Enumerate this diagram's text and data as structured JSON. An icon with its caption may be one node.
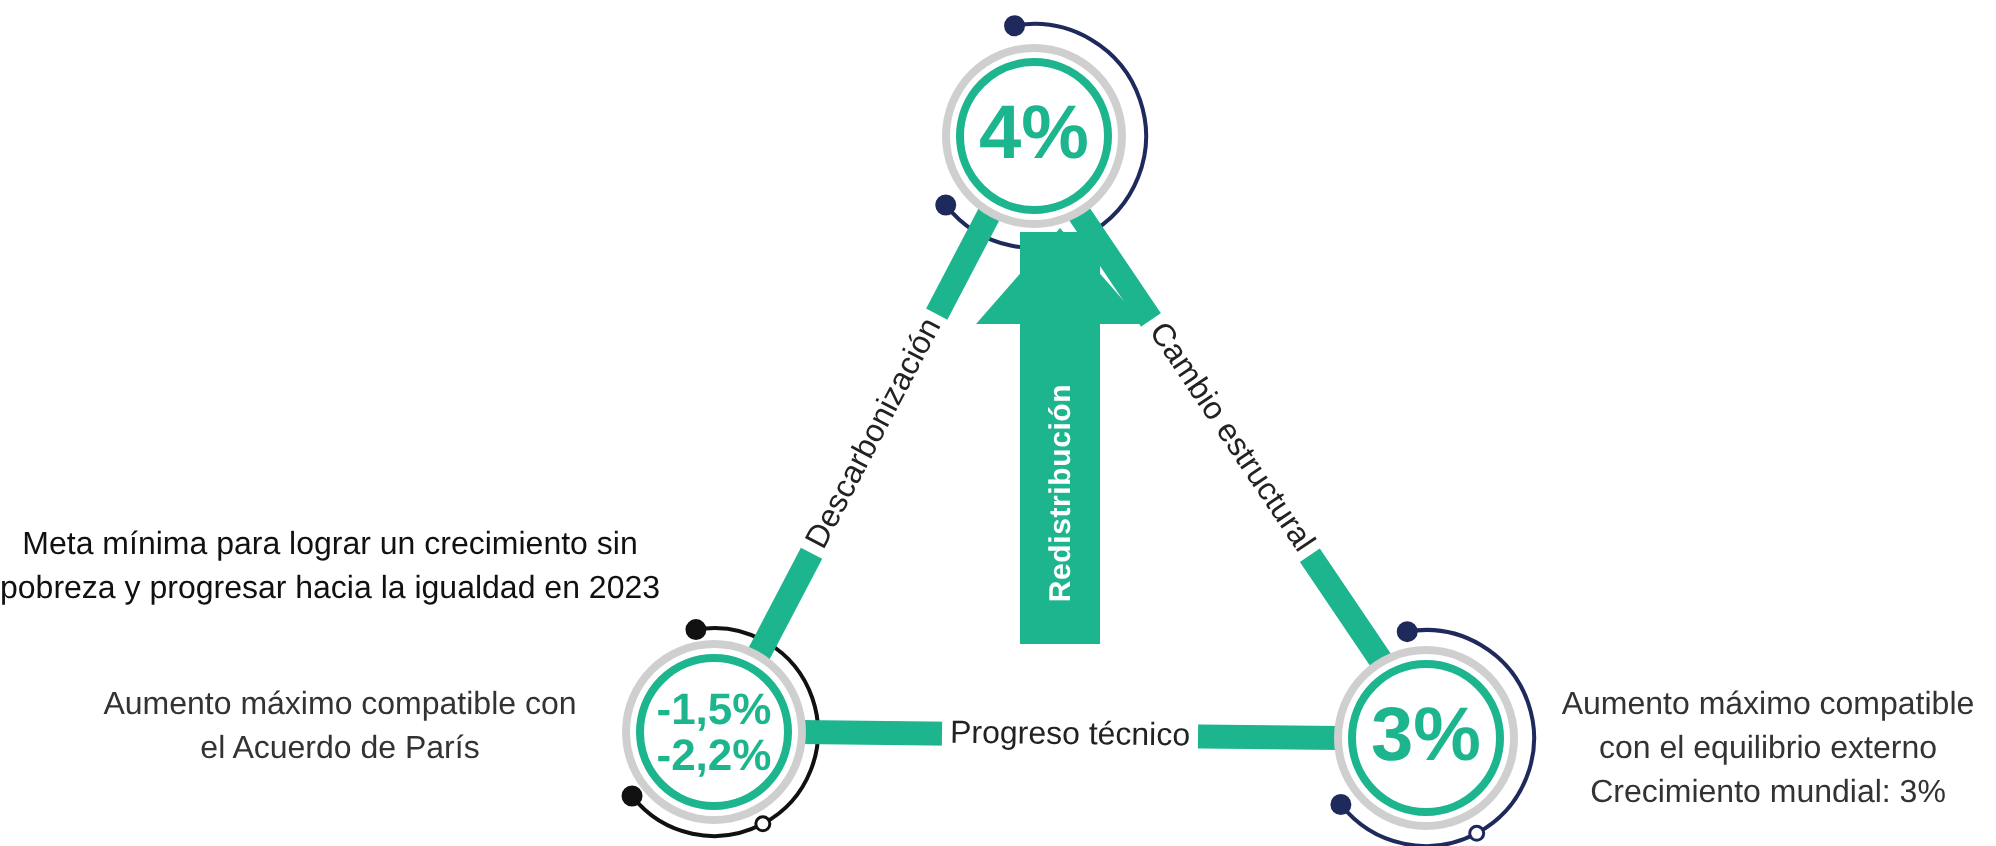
{
  "diagram": {
    "nodes": [
      {
        "text": [
          "4%"
        ]
      },
      {
        "text": [
          "-1,5%",
          "-2,2%"
        ],
        "beside": [
          "Meta mínima para lograr un crecimiento sin pobreza y progresar hacia la igualdad en 2023",
          "Aumento máximo compatible con el Acuerdo de París"
        ]
      },
      {
        "text": [
          "3%"
        ],
        "beside": [
          "Aumento máximo compatible con el equilibrio externo",
          "Crecimiento mundial: 3%"
        ]
      }
    ],
    "edges": [
      {
        "from": 0,
        "to": 1,
        "arrow": "none",
        "label": "Descarbonización"
      },
      {
        "from": 0,
        "to": 2,
        "arrow": "none",
        "label": "Cambio estructural"
      },
      {
        "from": 1,
        "to": 2,
        "arrow": "none",
        "label": "Progreso técnico"
      },
      {
        "from": null,
        "to": 0,
        "arrow": "to",
        "label": "Redistribución",
        "style": "thick"
      }
    ]
  }
}
